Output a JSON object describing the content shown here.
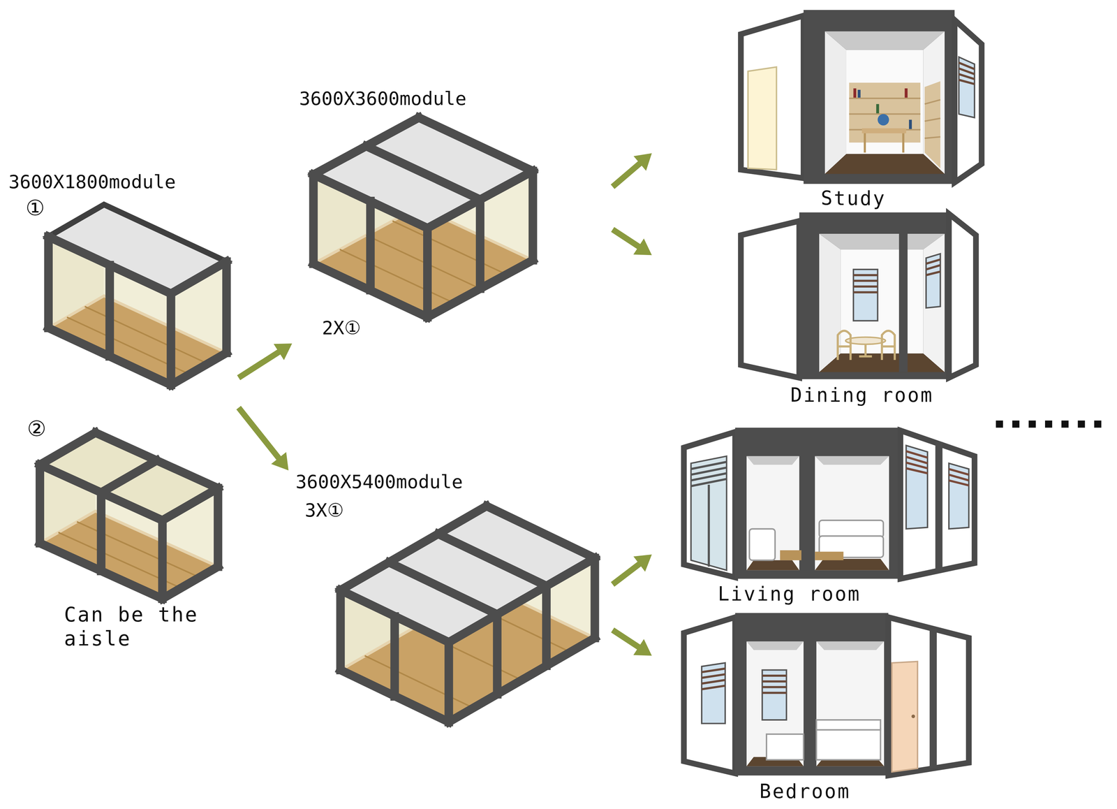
{
  "diagram": {
    "nodes": [
      {
        "text": [
          "3600X1800module",
          "①"
        ]
      },
      {
        "text": [
          "②",
          "Can be the aisle"
        ]
      },
      {
        "text": [
          "3600X3600module",
          "2X①"
        ]
      },
      {
        "text": [
          "3600X5400module",
          "3X①"
        ]
      },
      {
        "text": [
          "Study"
        ]
      },
      {
        "text": [
          "Dining room"
        ]
      },
      {
        "text": [
          "Living room"
        ]
      },
      {
        "text": [
          "Bedroom"
        ]
      }
    ],
    "edges": [
      {
        "from": 0,
        "to": 2,
        "arrow": "to"
      },
      {
        "from": 0,
        "to": 3,
        "arrow": "to"
      },
      {
        "from": 2,
        "to": 4,
        "arrow": "to"
      },
      {
        "from": 2,
        "to": 5,
        "arrow": "to"
      },
      {
        "from": 3,
        "to": 6,
        "arrow": "to"
      },
      {
        "from": 3,
        "to": 7,
        "arrow": "to"
      }
    ]
  }
}
